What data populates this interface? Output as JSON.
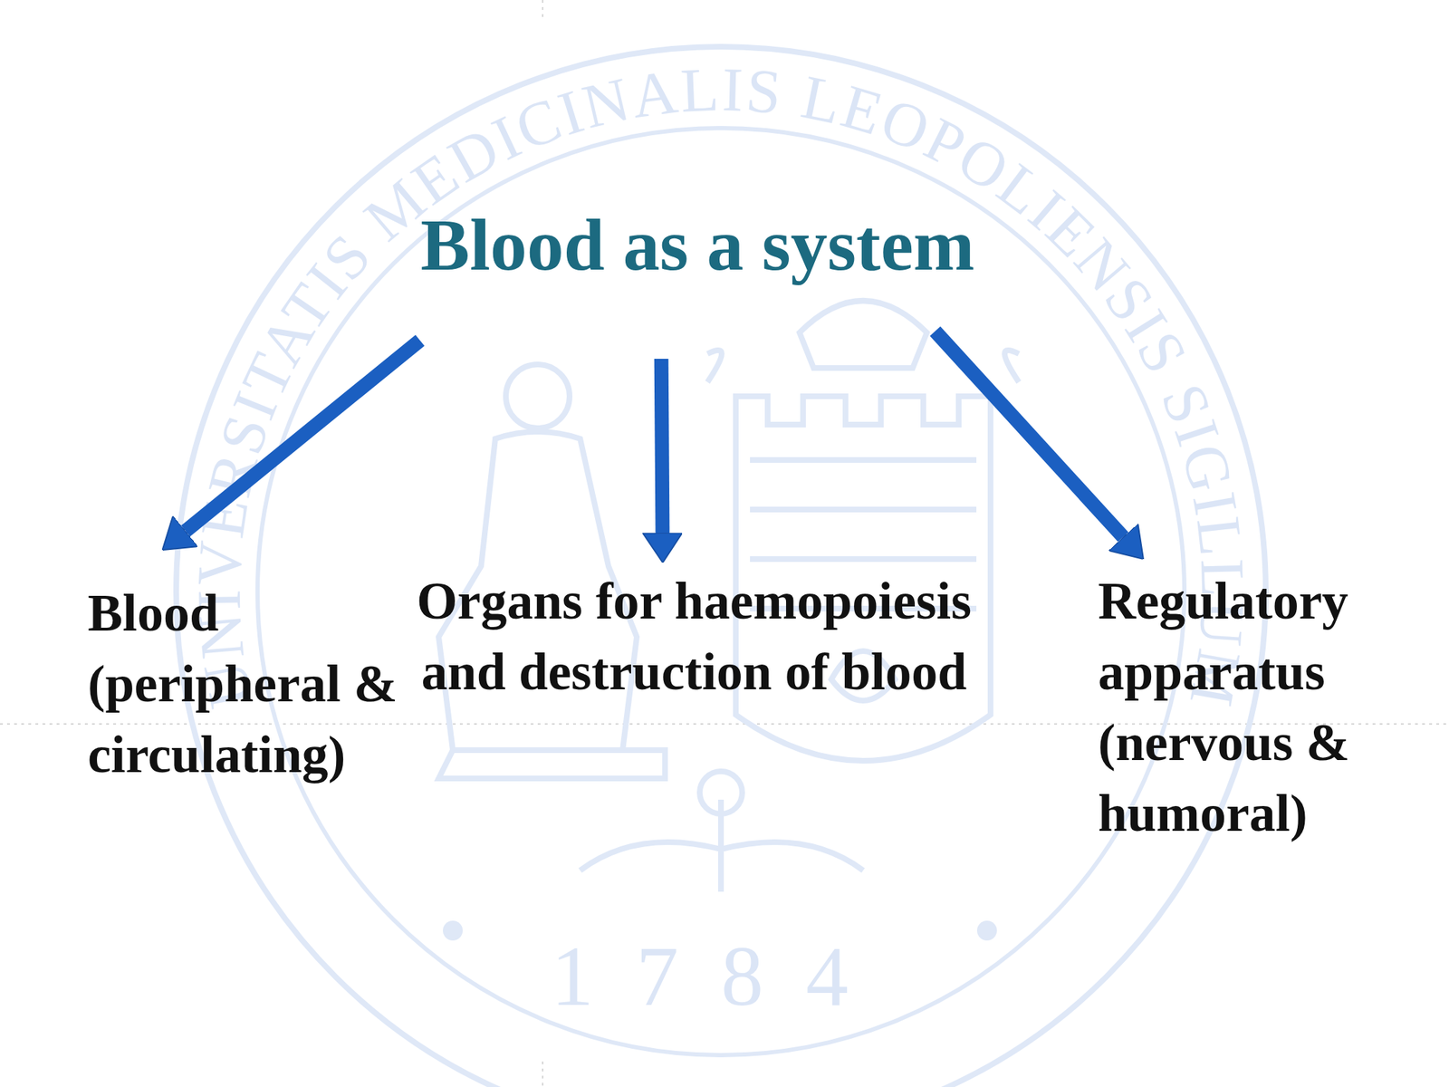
{
  "diagram": {
    "nodes": [
      {
        "text": [
          "Blood as a system"
        ]
      },
      {
        "text": [
          "Blood",
          "(peripheral & circulating)"
        ]
      },
      {
        "text": [
          "Organs for haemopoiesis and destruction of blood"
        ]
      },
      {
        "text": [
          "Regulatory apparatus",
          "(nervous & humoral)"
        ]
      }
    ],
    "edges": [
      {
        "from": 0,
        "to": 1,
        "arrow": "to"
      },
      {
        "from": 0,
        "to": 2,
        "arrow": "to"
      },
      {
        "from": 0,
        "to": 3,
        "arrow": "to"
      }
    ],
    "labels": [
      "UNIVERSITATIS MEDICINALIS LEOPOLIENSIS SIGILLUM",
      "1784"
    ]
  }
}
